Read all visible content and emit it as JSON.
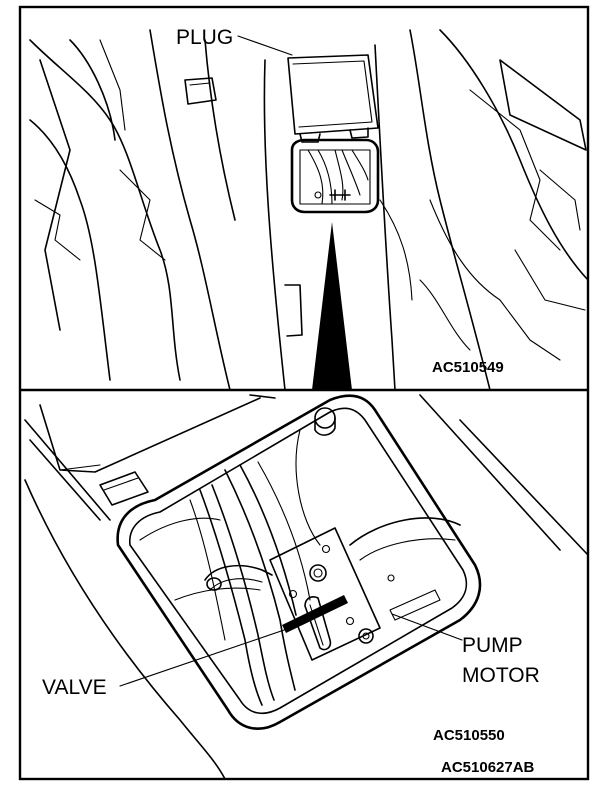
{
  "upper_panel": {
    "label_plug": "PLUG",
    "figure_code": "AC510549"
  },
  "lower_panel": {
    "label_valve": "VALVE",
    "label_pump_line1": "PUMP",
    "label_pump_line2": "MOTOR",
    "figure_code": "AC510550"
  },
  "sheet_code": "AC510627AB"
}
